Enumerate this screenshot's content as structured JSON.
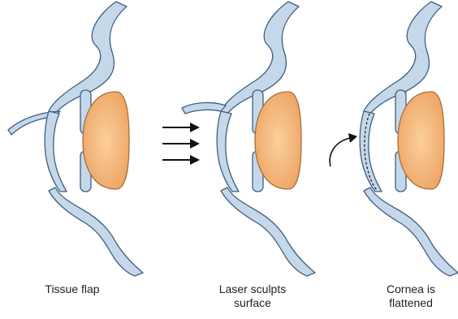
{
  "colors": {
    "tissue_fill": "#c5d8ea",
    "tissue_stroke": "#3d5e80",
    "lens_center": "#fbcf9c",
    "lens_edge": "#eea767",
    "lens_stroke": "#a86f3c",
    "arrow": "#111111"
  },
  "panels": [
    {
      "caption": [
        "Tissue flap"
      ]
    },
    {
      "caption": [
        "Laser sculpts",
        "surface"
      ]
    },
    {
      "caption": [
        "Cornea is",
        "flattened"
      ]
    }
  ],
  "icons": {
    "laser_arrows": "right-arrow",
    "curved_arrow": "curved-arrow"
  }
}
